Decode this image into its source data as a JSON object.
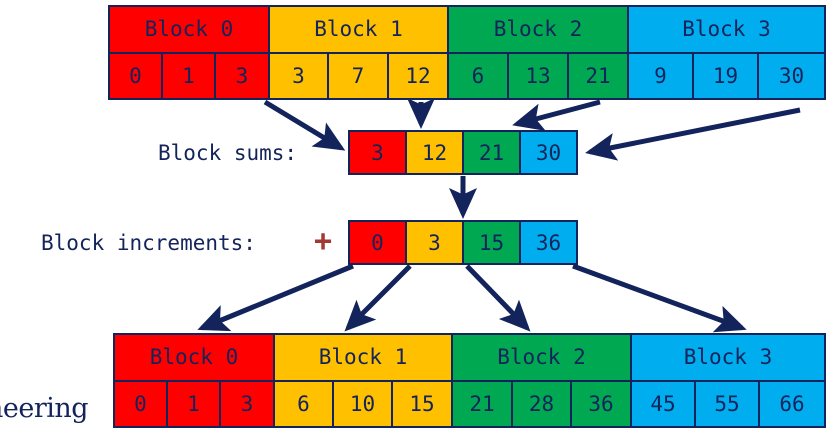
{
  "diagram": {
    "title": "Blocked prefix-sum (scan) with block sums and block increments",
    "colors": {
      "block0": "#FF0000",
      "block1": "#FFC000",
      "block2": "#00A851",
      "block3": "#00AEEF",
      "ink": "#13235B",
      "plus": "#A03A32"
    },
    "labels": {
      "block_sums": "Block sums:",
      "block_increments": "Block increments:",
      "plus_sign": "+",
      "footer": "neering"
    },
    "top_table": {
      "headers": [
        "Block 0",
        "Block 1",
        "Block 2",
        "Block 3"
      ],
      "values": [
        [
          "0",
          "1",
          "3"
        ],
        [
          "3",
          "7",
          "12"
        ],
        [
          "6",
          "13",
          "21"
        ],
        [
          "9",
          "19",
          "30"
        ]
      ]
    },
    "block_sums": {
      "values": [
        "3",
        "12",
        "21",
        "30"
      ]
    },
    "block_increments": {
      "values": [
        "0",
        "3",
        "15",
        "36"
      ]
    },
    "bottom_table": {
      "headers": [
        "Block 0",
        "Block 1",
        "Block 2",
        "Block 3"
      ],
      "values": [
        [
          "0",
          "1",
          "3"
        ],
        [
          "6",
          "10",
          "15"
        ],
        [
          "21",
          "28",
          "36"
        ],
        [
          "45",
          "55",
          "66"
        ]
      ]
    }
  }
}
